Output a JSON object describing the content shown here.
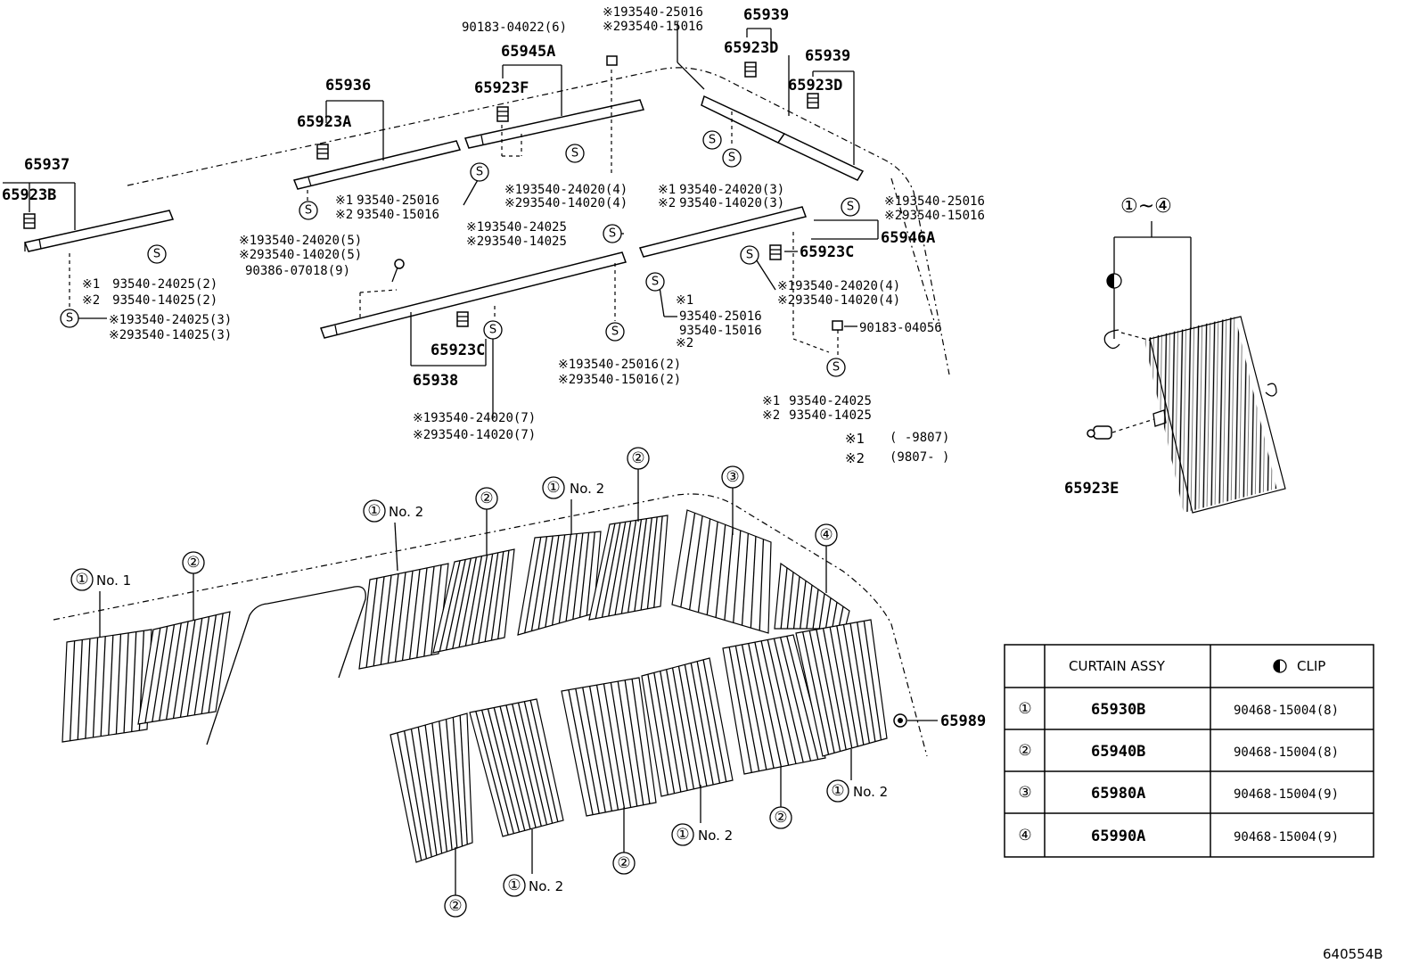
{
  "screw_label": "S",
  "note1": "※1",
  "note2": "※2",
  "rail_labels": {
    "p65937": "65937",
    "p65923B": "65923B",
    "p65936": "65936",
    "p65923A": "65923A",
    "p65945A": "65945A",
    "p65923F": "65923F",
    "p65939a": "65939",
    "p65923Da": "65923D",
    "p65939b": "65939",
    "p65923Db": "65923D",
    "p65946A": "65946A",
    "p65923Cr": "65923C",
    "p65923Cl": "65923C",
    "p65938": "65938",
    "p90183_04022": "90183-04022(6)",
    "p90386": "90386-07018(9)",
    "p90183_04056": "90183-04056"
  },
  "screw_callouts": {
    "top1": "93540-25016",
    "top2": "93540-15016",
    "a1": "93540-25016",
    "a2": "93540-15016",
    "b1": "93540-24020(4)",
    "b2": "93540-14020(4)",
    "c1": "93540-24020(3)",
    "c2": "93540-14020(3)",
    "d1": "93540-25016",
    "d2": "93540-15016",
    "e1": "93540-24025",
    "e2": "93540-14025",
    "f1": "93540-24020(5)",
    "f2": "93540-14020(5)",
    "g1": "93540-24025(2)",
    "g2": "93540-14025(2)",
    "h1": "93540-24025(3)",
    "h2": "93540-14025(3)",
    "i1": "93540-24020(4)",
    "i2": "93540-14020(4)",
    "j1": "93540-25016",
    "j2": "93540-15016",
    "k1": "93540-25016(2)",
    "k2": "93540-15016(2)",
    "l1": "93540-24020(7)",
    "l2": "93540-14020(7)",
    "m1": "93540-24025",
    "m2": "93540-14025"
  },
  "date_notes": {
    "n1": "(      -9807)",
    "n2": "(9807-      )"
  },
  "detail": {
    "range": "①~④",
    "clip_part": "65923E"
  },
  "curtain_labels": {
    "c1": "①",
    "c2": "②",
    "c3": "③",
    "c4": "④",
    "no1": "No. 1",
    "no2": "No. 2",
    "p65989": "65989"
  },
  "table": {
    "header_assy": "CURTAIN ASSY",
    "header_clip": "CLIP",
    "rows": [
      {
        "no": "①",
        "assy": "65930B",
        "clip": "90468-15004(8)"
      },
      {
        "no": "②",
        "assy": "65940B",
        "clip": "90468-15004(8)"
      },
      {
        "no": "③",
        "assy": "65980A",
        "clip": "90468-15004(9)"
      },
      {
        "no": "④",
        "assy": "65990A",
        "clip": "90468-15004(9)"
      }
    ]
  },
  "figure_code": "640554B"
}
